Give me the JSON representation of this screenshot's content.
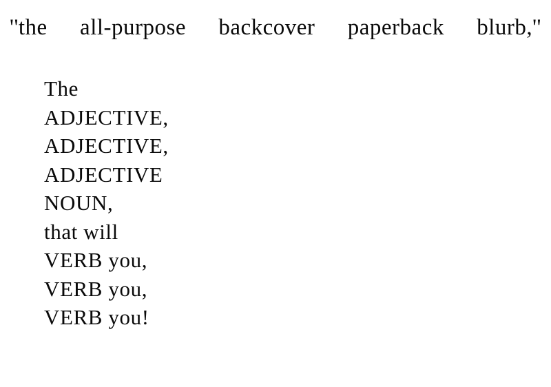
{
  "document": {
    "title": "''the all-purpose backcover paperback blurb,''",
    "lines": [
      "The",
      "ADJECTIVE,",
      "ADJECTIVE,",
      "ADJECTIVE",
      "NOUN,",
      "that will",
      "VERB you,",
      "VERB you,",
      "VERB you!"
    ]
  }
}
